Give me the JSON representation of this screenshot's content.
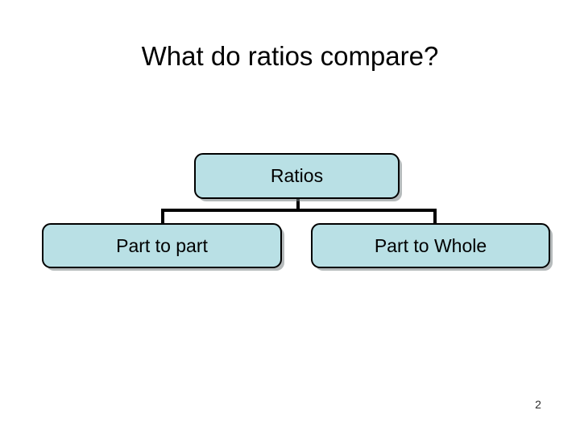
{
  "slide": {
    "title": "What do ratios compare?",
    "page_number": "2",
    "background_color": "#ffffff"
  },
  "diagram": {
    "type": "hierarchy",
    "node_fill_color": "#b9e0e5",
    "node_border_color": "#000000",
    "connector_color": "#000000",
    "root": {
      "label": "Ratios"
    },
    "children": [
      {
        "label": "Part to part"
      },
      {
        "label": "Part to Whole"
      }
    ]
  }
}
